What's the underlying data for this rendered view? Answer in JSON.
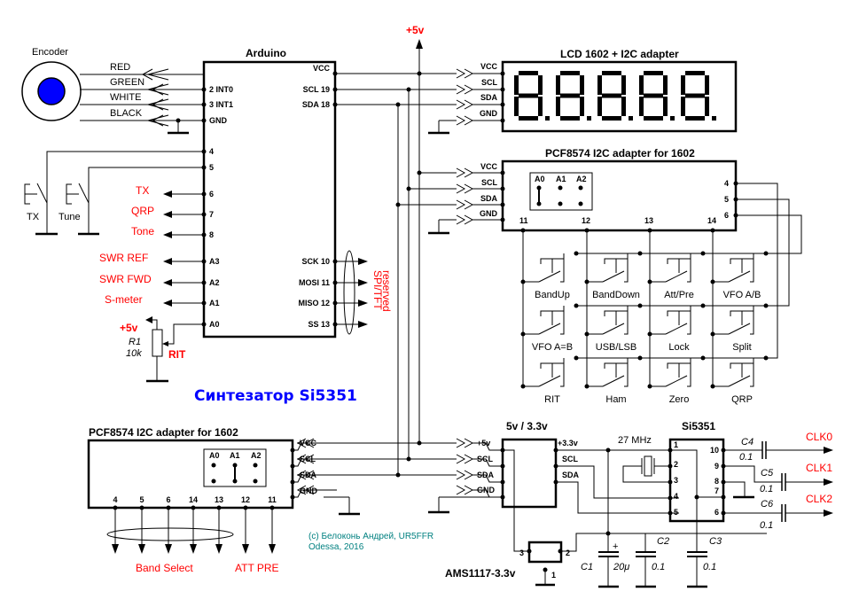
{
  "title": "Синтезатор Si5351",
  "copyright": [
    "(c) Белоконь Андрей, UR5FFR",
    "Odessa, 2016"
  ],
  "colors": {
    "signal_label": "#ff0000",
    "title": "#0000ff",
    "copyright": "#008080",
    "encoder_knob": "#0000ff"
  },
  "supply": {
    "label": "+5v"
  },
  "encoder": {
    "label": "Encoder",
    "wires": [
      "RED",
      "GREEN",
      "WHITE",
      "BLACK"
    ]
  },
  "arduino": {
    "title": "Arduino",
    "left_pins": [
      "2 INT0",
      "3 INT1",
      "GND",
      "4",
      "5",
      "6",
      "7",
      "8",
      "A3",
      "A2",
      "A1",
      "A0"
    ],
    "right_pins": [
      "VCC",
      "SCL 19",
      "SDA 18",
      "SCK 10",
      "MOSI 11",
      "MISO 12",
      "SS 13"
    ]
  },
  "buttons": {
    "tx": "TX",
    "tune": "Tune"
  },
  "outputs": {
    "tx": "TX",
    "qrp": "QRP",
    "tone": "Tone",
    "swr_ref": "SWR REF",
    "swr_fwd": "SWR FWD",
    "smeter": "S-meter"
  },
  "rit": {
    "supply": "+5v",
    "ref": "R1",
    "value": "10k",
    "label": "RIT"
  },
  "spi": {
    "line1": "SPI/TFT",
    "line2": "reserved"
  },
  "lcd": {
    "title": "LCD 1602 + I2C adapter",
    "pins": [
      "VCC",
      "SCL",
      "SDA",
      "GND"
    ],
    "digits": "88888"
  },
  "pcf_top": {
    "title": "PCF8574 I2C adapter for 1602",
    "pins": [
      "VCC",
      "SCL",
      "SDA",
      "GND"
    ],
    "addr": [
      "A0",
      "A1",
      "A2"
    ],
    "bottom_pins": [
      "11",
      "12",
      "13",
      "14"
    ],
    "right_pins": [
      "4",
      "5",
      "6"
    ]
  },
  "keypad": {
    "rows": [
      [
        "BandUp",
        "BandDown",
        "Att/Pre",
        "VFO A/B"
      ],
      [
        "VFO A=B",
        "USB/LSB",
        "Lock",
        "Split"
      ],
      [
        "RIT",
        "Ham",
        "Zero",
        "QRP"
      ]
    ]
  },
  "pcf_bottom": {
    "title": "PCF8574 I2C adapter for 1602",
    "pins": [
      "VCC",
      "SCL",
      "SDA",
      "GND"
    ],
    "addr": [
      "A0",
      "A1",
      "A2"
    ],
    "bottom_pins": [
      "4",
      "5",
      "6",
      "14",
      "13",
      "12",
      "11"
    ],
    "band_select": "Band Select",
    "att_pre": "ATT PRE"
  },
  "level_shifter": {
    "title": "5v / 3.3v",
    "left_pins": [
      "+5v",
      "SCL",
      "SDA",
      "GND"
    ],
    "right_pins": [
      "+3.3v",
      "SCL",
      "SDA"
    ]
  },
  "regulator": {
    "name": "AMS1117-3.3v",
    "pins": [
      "3",
      "2",
      "1"
    ]
  },
  "si5351": {
    "title": "Si5351",
    "left_pins": [
      "1",
      "2",
      "3",
      "4",
      "5"
    ],
    "right_pins": [
      "10",
      "9",
      "8",
      "7",
      "6"
    ],
    "crystal": "27 MHz"
  },
  "capacitors": [
    {
      "ref": "C1",
      "value": "20μ",
      "polar": "+"
    },
    {
      "ref": "C2",
      "value": "0.1"
    },
    {
      "ref": "C3",
      "value": "0.1"
    },
    {
      "ref": "C4",
      "value": "0.1"
    },
    {
      "ref": "C5",
      "value": "0.1"
    },
    {
      "ref": "C6",
      "value": "0.1"
    }
  ],
  "clocks": [
    "CLK0",
    "CLK1",
    "CLK2"
  ]
}
